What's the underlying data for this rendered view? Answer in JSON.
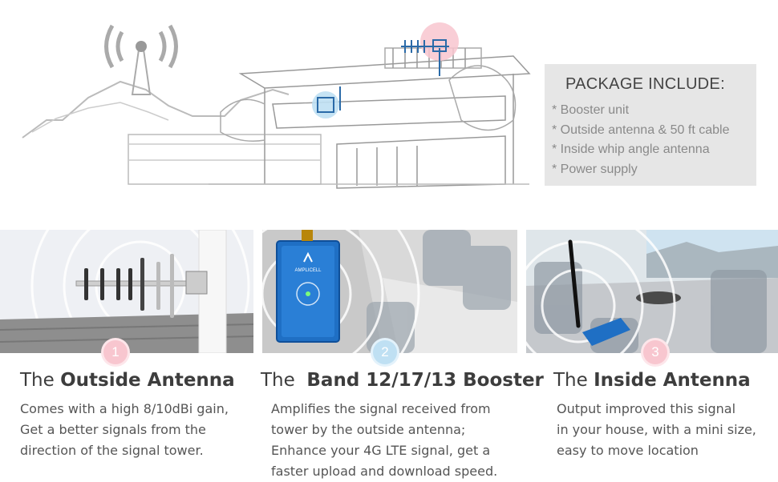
{
  "package": {
    "title": "PACKAGE INCLUDE:",
    "items": [
      "* Booster unit",
      "* Outside antenna & 50 ft cable",
      "* Inside whip angle antenna",
      "* Power supply"
    ]
  },
  "booster_brand": "AMPLICELL",
  "columns": [
    {
      "number": "1",
      "title_prefix": "The ",
      "title_bold": "Outside Antenna",
      "lines": [
        "Comes with a high 8/10dBi gain,",
        "Get a better signals from the",
        "direction of the signal tower."
      ]
    },
    {
      "number": "2",
      "title_prefix": "The ",
      "title_bold": "Band 12/17/13 Booster",
      "lines": [
        "Amplifies the signal received from",
        "tower by the outside antenna;",
        "Enhance your 4G LTE signal, get a",
        "faster upload and download speed."
      ]
    },
    {
      "number": "3",
      "title_prefix": "The ",
      "title_bold": "Inside Antenna",
      "lines": [
        "Output improved this signal",
        "in your house, with a mini size,",
        "easy to move location"
      ]
    }
  ],
  "colors": {
    "pink": "#f8c6cf",
    "blue": "#bfe0f3",
    "booster_blue": "#1f6fc4",
    "package_bg": "#e6e6e6"
  }
}
